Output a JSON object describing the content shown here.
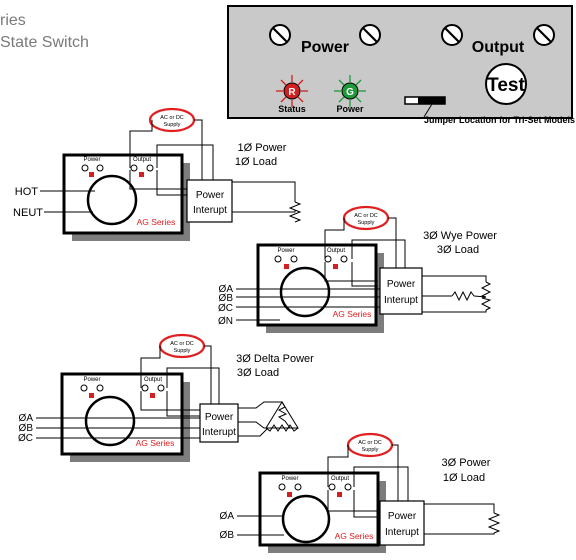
{
  "header": {
    "line1": "ries",
    "line2": "State Switch"
  },
  "panel": {
    "power_label": "Power",
    "output_label": "Output",
    "test_label": "Test",
    "status_led_letter": "R",
    "status_label": "Status",
    "power_led_letter": "G",
    "power_led_label": "Power",
    "jumper_label": "Jumper Location for Tri-Set Models"
  },
  "diagrams": [
    {
      "supply_line1": "AC or DC",
      "supply_line2": "Supply",
      "box_power": "Power",
      "box_output": "Output",
      "series": "AG Series",
      "interrupt_line1": "Power",
      "interrupt_line2": "Interupt",
      "caption1": "1Ø Power",
      "caption2": "1Ø Load",
      "lines": [
        "HOT",
        "NEUT"
      ]
    },
    {
      "supply_line1": "AC or DC",
      "supply_line2": "Supply",
      "box_power": "Power",
      "box_output": "Output",
      "series": "AG Series",
      "interrupt_line1": "Power",
      "interrupt_line2": "Interupt",
      "caption1": "3Ø  Wye Power",
      "caption2": "3Ø  Load",
      "lines": [
        "ØA",
        "ØB",
        "ØC",
        "ØN"
      ]
    },
    {
      "supply_line1": "AC or DC",
      "supply_line2": "Supply",
      "box_power": "Power",
      "box_output": "Output",
      "series": "AG Series",
      "interrupt_line1": "Power",
      "interrupt_line2": "Interupt",
      "caption1": "3Ø  Delta Power",
      "caption2": "3Ø  Load",
      "lines": [
        "ØA",
        "ØB",
        "ØC"
      ]
    },
    {
      "supply_line1": "AC or DC",
      "supply_line2": "Supply",
      "box_power": "Power",
      "box_output": "Output",
      "series": "AG Series",
      "interrupt_line1": "Power",
      "interrupt_line2": "Interupt",
      "caption1": "3Ø  Power",
      "caption2": "1Ø  Load",
      "lines": [
        "ØA",
        "ØB"
      ]
    }
  ],
  "colors": {
    "panel_fill": "#c9c9c9",
    "series_red": "#e02020",
    "led_red": "#d22020",
    "led_green": "#1f9a3a",
    "shadow": "#7d7d7d"
  }
}
